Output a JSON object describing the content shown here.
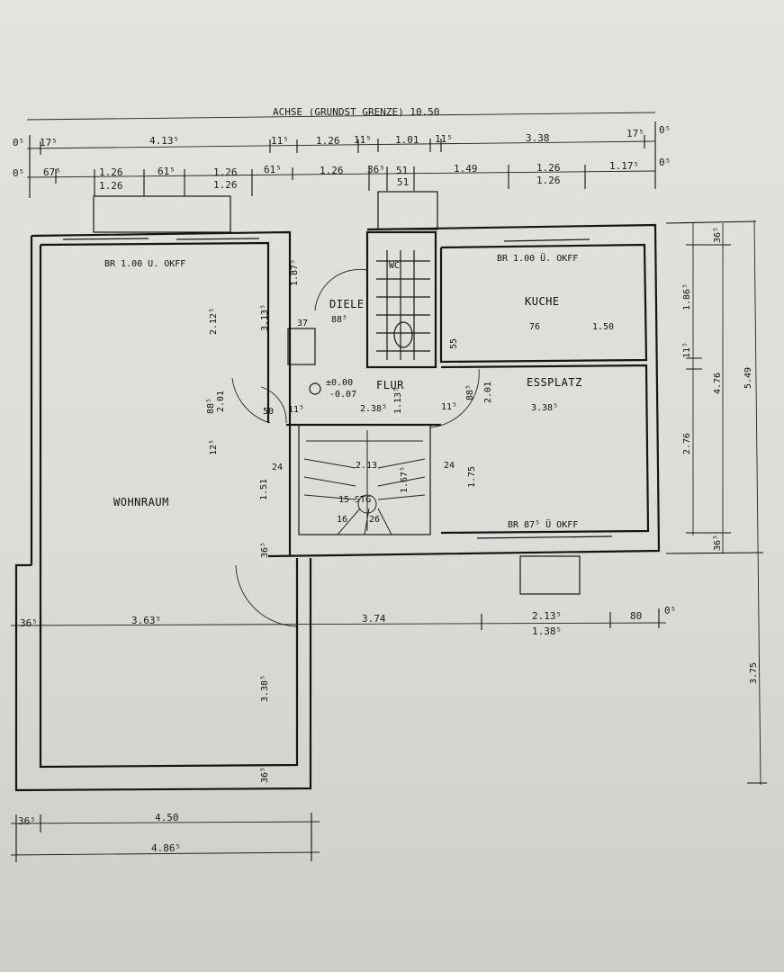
{
  "plan": {
    "axis_label": "ACHSE (GRUNDST GRENZE) 10.50",
    "rooms": {
      "wohnraum": "WOHNRAUM",
      "diele": "DIELE",
      "flur": "FLUR",
      "kueche": "KUCHE",
      "essplatz": "ESSPLATZ",
      "wc": "WC"
    },
    "notes": {
      "window_wohn": "BR 1.00 U. OKFF",
      "window_kueche": "BR 1.00 Ü. OKFF",
      "window_ess": "BR 87⁵ Ü OKFF",
      "stairs": "15 STG",
      "level_plus": "±0.00",
      "level_minus": "-0.07"
    },
    "dims_top_row1": [
      "0⁵",
      "17⁵",
      "4.13⁵",
      "11⁵",
      "1.26",
      "11⁵",
      "1.01",
      "11⁵",
      "3.38",
      "17⁵",
      "0⁵"
    ],
    "dims_top_row2": [
      "0⁵",
      "67⁵",
      "1.26",
      "61⁵",
      "1.26",
      "61⁵",
      "1.26",
      "36⁵",
      "51",
      "1.49",
      "1.26",
      "1.17⁵",
      "0⁵"
    ],
    "dims_top_row2_sub": [
      "1.26",
      "1.26",
      "51",
      "1.26"
    ],
    "dims_right": [
      "36⁵",
      "1.86⁵",
      "11⁵",
      "4.76",
      "2.76",
      "36⁵",
      "5.49",
      "3.75"
    ],
    "dims_bottom": [
      "36⁵",
      "4.50",
      "4.86⁵"
    ],
    "dims_mid": [
      "36⁵",
      "3.63⁵",
      "3.74",
      "2.13⁵",
      "1.38⁵",
      "80",
      "0⁵"
    ],
    "dims_interior": {
      "diele_w": "88⁵",
      "diele_h": "1.87⁵",
      "wohn_h": "2.12⁵",
      "wohn_h2": "3.13⁵",
      "d37": "37",
      "kueche_a": "76",
      "kueche_b": "1.50",
      "d55": "55",
      "flur_w": "2.38⁵",
      "d50": "50",
      "d11a": "11⁵",
      "d11b": "11⁵",
      "d113": "1.13⁵",
      "d885a": "88⁵",
      "d201a": "2.01",
      "d885b": "88⁵",
      "d201b": "2.01",
      "d12": "12⁵",
      "ess_w": "3.38⁵",
      "d24a": "24",
      "d24b": "24",
      "d151": "1.51",
      "d213": "2.13",
      "d175": "1.75",
      "d167": "1.67⁵",
      "d16": "16",
      "d26": "26",
      "d3385": "3.38⁵",
      "d365b": "36⁵",
      "d365c": "36⁵"
    }
  }
}
